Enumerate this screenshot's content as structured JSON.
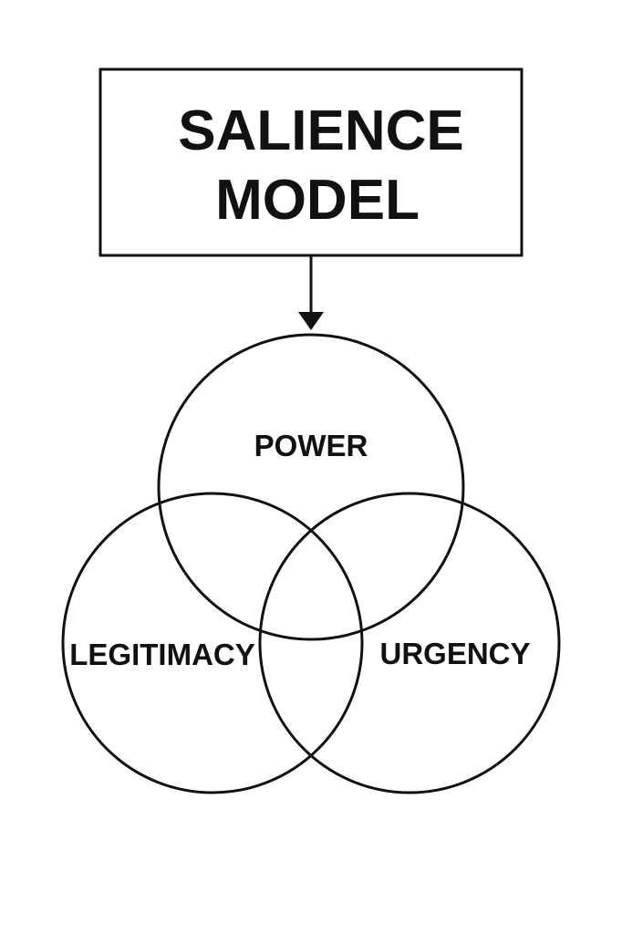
{
  "title": {
    "line1": "SALIENCE",
    "line2": "MODEL"
  },
  "circles": {
    "top": {
      "label": "POWER"
    },
    "left": {
      "label": "LEGITIMACY"
    },
    "right": {
      "label": "URGENCY"
    }
  },
  "colors": {
    "stroke": "#111111",
    "background": "#ffffff"
  }
}
